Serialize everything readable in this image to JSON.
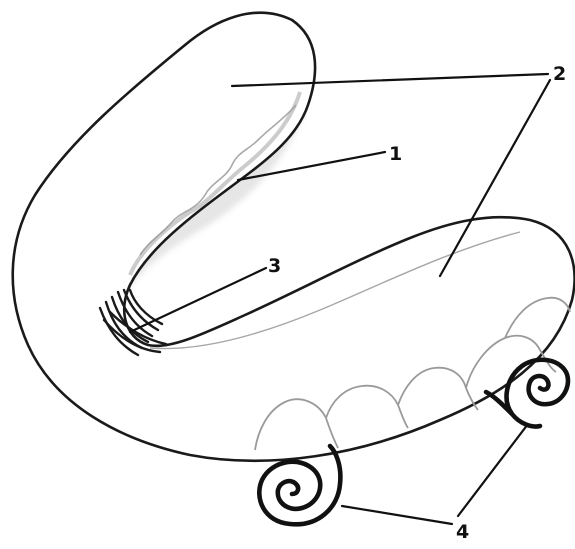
{
  "diagram": {
    "callouts": [
      {
        "id": "1",
        "text": "1"
      },
      {
        "id": "2",
        "text": "2"
      },
      {
        "id": "3",
        "text": "3"
      },
      {
        "id": "4",
        "text": "4"
      }
    ],
    "colors": {
      "outline": "#1a1a1a",
      "shading": "#bdbdbd",
      "teeth_outline": "#9a9a9a",
      "background": "#ffffff"
    }
  }
}
